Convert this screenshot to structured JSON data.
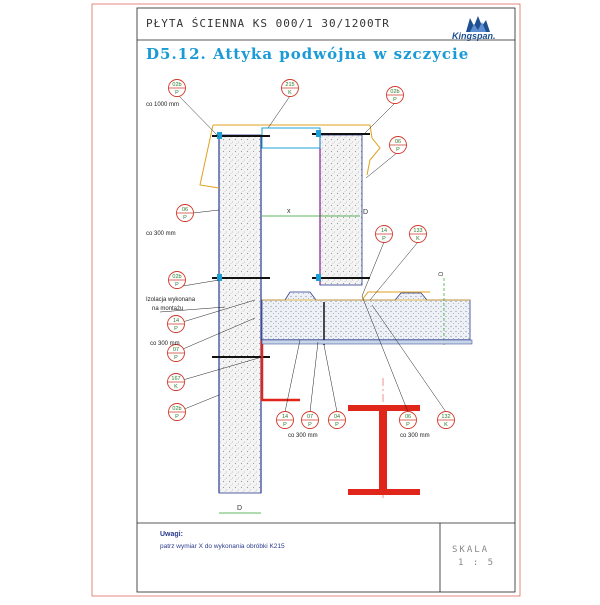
{
  "header": {
    "title": "PŁYTA ŚCIENNA KS 000/1 30/1200TR",
    "subtitle": "D5.12. Attyka podwójna w szczycie",
    "logo_text": "Kingspan."
  },
  "callouts": [
    {
      "id": "c1",
      "top": "02b",
      "bottom": "P"
    },
    {
      "id": "c2",
      "top": "215",
      "bottom": "K"
    },
    {
      "id": "c3",
      "top": "02b",
      "bottom": "P"
    },
    {
      "id": "c4",
      "top": "06",
      "bottom": "P"
    },
    {
      "id": "c5",
      "top": "06",
      "bottom": "P"
    },
    {
      "id": "c6",
      "top": "14",
      "bottom": "P"
    },
    {
      "id": "c7",
      "top": "133",
      "bottom": "K"
    },
    {
      "id": "c8",
      "top": "02b",
      "bottom": "P"
    },
    {
      "id": "c9",
      "top": "14",
      "bottom": "P"
    },
    {
      "id": "c10",
      "top": "07",
      "bottom": "P"
    },
    {
      "id": "c11",
      "top": "167",
      "bottom": "K"
    },
    {
      "id": "c12",
      "top": "02b",
      "bottom": "P"
    },
    {
      "id": "c13",
      "top": "14",
      "bottom": "P"
    },
    {
      "id": "c14",
      "top": "07",
      "bottom": "P"
    },
    {
      "id": "c15",
      "top": "04",
      "bottom": "P"
    },
    {
      "id": "c16",
      "top": "06",
      "bottom": "P"
    },
    {
      "id": "c17",
      "top": "132",
      "bottom": "K"
    }
  ],
  "labels": {
    "co1000": "co 1000 mm",
    "co300_a": "co 300 mm",
    "co300_b": "co 300 mm",
    "izolacja_1": "Izolacja wykonana",
    "izolacja_2": "na montażu",
    "co300_c": "co 300 mm",
    "co300_d": "co 300 mm",
    "dim_x": "x",
    "dim_d1": "D",
    "dim_d2": "D",
    "dim_d3": "D"
  },
  "notes": {
    "heading": "Uwagi:",
    "text": "patrz wymiar X do wykonania obróbki K215"
  },
  "scale": {
    "label": "SKALA",
    "value": "1 : 5"
  }
}
